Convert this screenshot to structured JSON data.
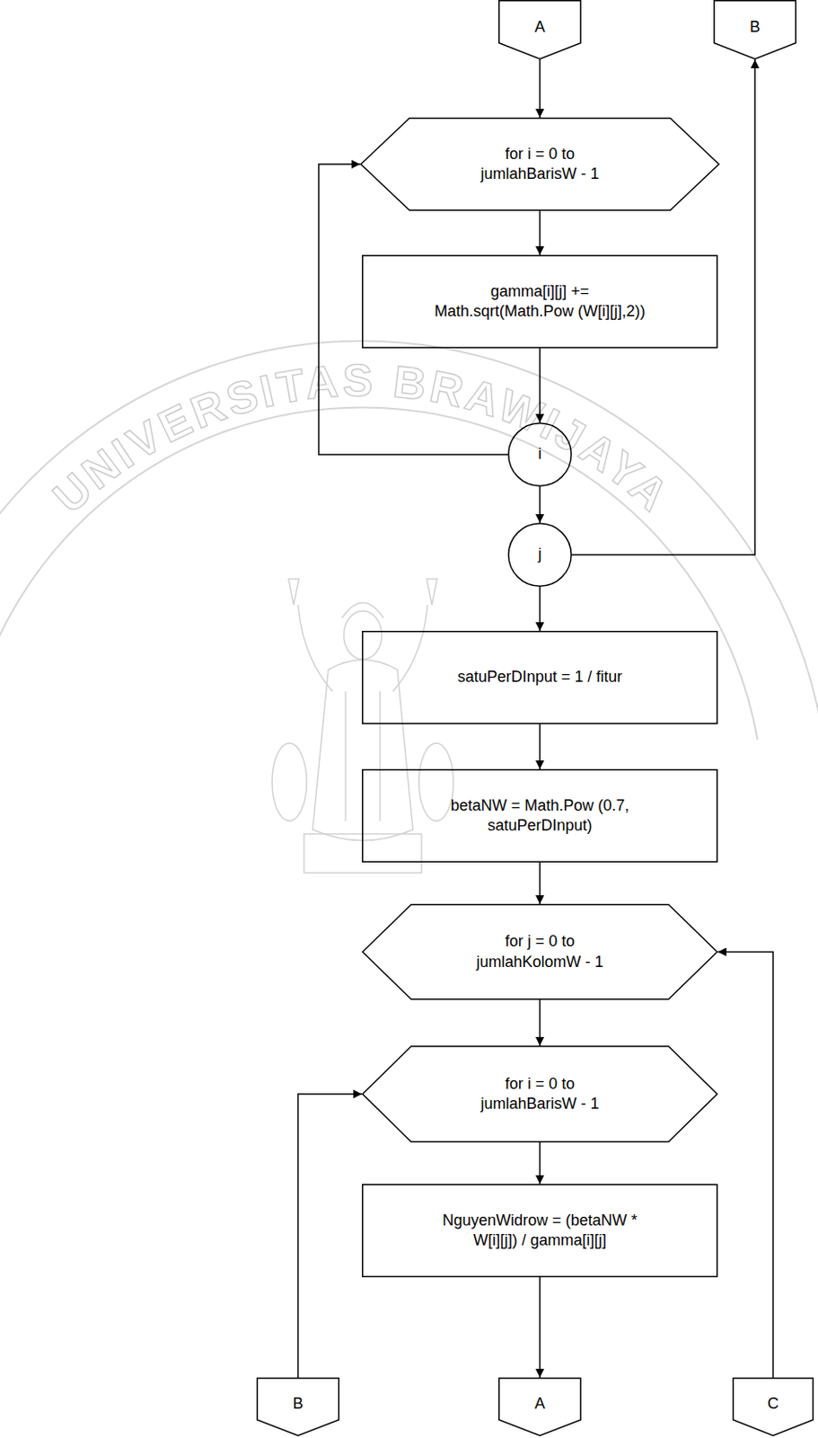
{
  "diagram": {
    "nodes": [
      {
        "text": [
          "A"
        ]
      },
      {
        "text": [
          "B"
        ]
      },
      {
        "text": [
          "for i = 0 to jumlahBarisW - 1"
        ]
      },
      {
        "text": [
          "gamma[i][j] += Math.sqrt(Math.Pow (W[i][j],2))"
        ]
      },
      {
        "text": [
          "i"
        ]
      },
      {
        "text": [
          "j"
        ]
      },
      {
        "text": [
          "satuPerDInput = 1 / fitur"
        ]
      },
      {
        "text": [
          "betaNW = Math.Pow (0.7, satuPerDInput)"
        ]
      },
      {
        "text": [
          "for j = 0 to jumlahKolomW - 1"
        ]
      },
      {
        "text": [
          "for i = 0 to jumlahBarisW - 1"
        ]
      },
      {
        "text": [
          "NguyenWidrow = (betaNW * W[i][j]) / gamma[i][j]"
        ]
      },
      {
        "text": [
          "B"
        ]
      },
      {
        "text": [
          "A"
        ]
      },
      {
        "text": [
          "C"
        ]
      }
    ],
    "edges": [
      {
        "from": 0,
        "to": 2,
        "arrow": "to"
      },
      {
        "from": 2,
        "to": 3,
        "arrow": "to"
      },
      {
        "from": 3,
        "to": 4,
        "arrow": "to"
      },
      {
        "from": 4,
        "to": 2,
        "arrow": "to"
      },
      {
        "from": 4,
        "to": 5,
        "arrow": "to"
      },
      {
        "from": 5,
        "to": 1,
        "arrow": "to"
      },
      {
        "from": 5,
        "to": 6,
        "arrow": "to"
      },
      {
        "from": 6,
        "to": 7,
        "arrow": "to"
      },
      {
        "from": 7,
        "to": 8,
        "arrow": "to"
      },
      {
        "from": 8,
        "to": 9,
        "arrow": "to"
      },
      {
        "from": 9,
        "to": 10,
        "arrow": "to"
      },
      {
        "from": 10,
        "to": 12,
        "arrow": "to"
      },
      {
        "from": 11,
        "to": 9,
        "arrow": "to"
      },
      {
        "from": 13,
        "to": 8,
        "arrow": "to"
      }
    ],
    "labels": [
      "UNIVERSITAS BRAWIJAYA"
    ]
  }
}
